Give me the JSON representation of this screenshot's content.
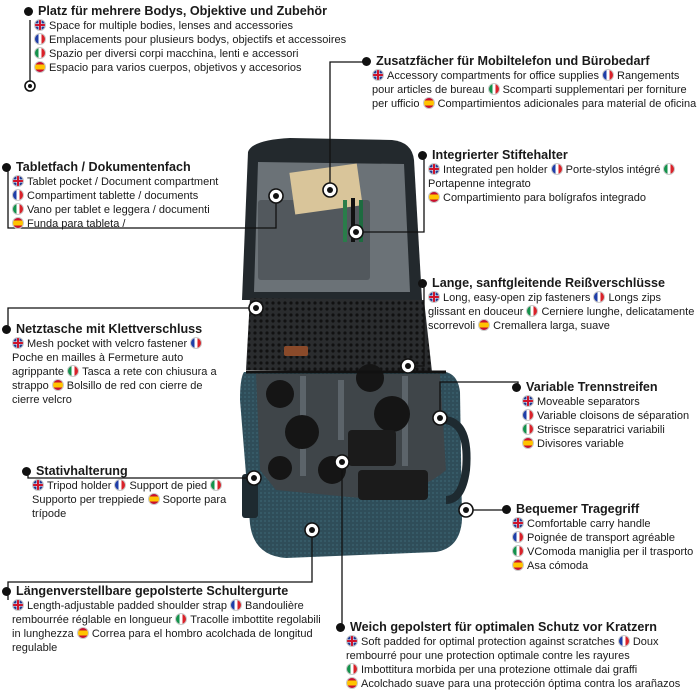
{
  "callouts": {
    "slots": {
      "title": "Platz für mehrere Bodys, Objektive und Zubehör",
      "en": "Space for multiple bodies, lenses and accessories",
      "fr": "Emplacements pour plusieurs bodys, objectifs et accessoires",
      "it": "Spazio per diversi corpi macchina, lenti e accessori",
      "es": "Espacio para varios cuerpos, objetivos y accesorios"
    },
    "office": {
      "title": "Zusatzfächer für Mobiltelefon und Bürobedarf",
      "en": "Accessory compartments for office supplies",
      "fr": "Rangements pour articles de bureau",
      "it": "Scomparti supplementari per forniture per ufficio",
      "es": "Compartimientos adicionales para material de oficina"
    },
    "tablet": {
      "title": "Tabletfach / Dokumentenfach",
      "en": "Tablet pocket / Document compartment",
      "fr": "Compartiment tablette / documents",
      "it": "Vano per tablet e leggera / documenti",
      "es": "Funda para tableta /"
    },
    "pen": {
      "title": "Integrierter Stiftehalter",
      "en": "Integrated pen holder",
      "fr": "Porte-stylos intégré",
      "it": "Portapenne integrato",
      "es": "Compartimiento para bolígrafos integrado"
    },
    "zip": {
      "title": "Lange, sanftgleitende Reißverschlüsse",
      "en": "Long, easy-open zip fasteners",
      "fr": "Longs zips glissant en douceur",
      "it": "Cerniere lunghe, delicatamente scorrevoli",
      "es": "Cremallera larga, suave"
    },
    "mesh": {
      "title": "Netztasche mit Klettverschluss",
      "en": "Mesh pocket with velcro fastener",
      "fr": "Poche en mailles à Fermeture auto agrippante",
      "it": "Tasca a rete con chiusura a strappo",
      "es": "Bolsillo de red con cierre de cierre velcro"
    },
    "dividers": {
      "title": "Variable Trennstreifen",
      "en": "Moveable separators",
      "fr": "Variable cloisons de séparation",
      "it": "Strisce separatrici variabili",
      "es": "Divisores variable"
    },
    "tripod": {
      "title": "Stativhalterung",
      "en": "Tripod holder",
      "fr": "Support de pied",
      "it": "Supporto per treppiede",
      "es": "Soporte para trípode"
    },
    "handle": {
      "title": "Bequemer Tragegriff",
      "en": "Comfortable carry handle",
      "fr": "Poignée de transport agréable",
      "it": "VComoda maniglia per il trasporto",
      "es": "Asa cómoda"
    },
    "strap": {
      "title": "Längenverstellbare gepolsterte Schultergurte",
      "en": "Length-adjustable padded shoulder strap",
      "fr": "Bandoulière rembourrée réglable en longueur",
      "it": "Tracolle imbottite regolabili in lunghezza",
      "es": "Correa para el hombro acolchada de longitud regulable"
    },
    "padding": {
      "title": "Weich gepolstert für optimalen Schutz vor Kratzern",
      "en": "Soft padded for optimal protection against scratches",
      "fr": "Doux rembourré pour une protection optimale contre les rayures",
      "it": "Imbottitura morbida per una protezione ottimale dai graffi",
      "es": "Acolchado suave para una protección óptima contra los arañazos"
    }
  },
  "colors": {
    "bag_body": "#2f4d59",
    "bag_dark": "#1e2a30",
    "lining": "#5c646a",
    "leader": "#111111"
  }
}
